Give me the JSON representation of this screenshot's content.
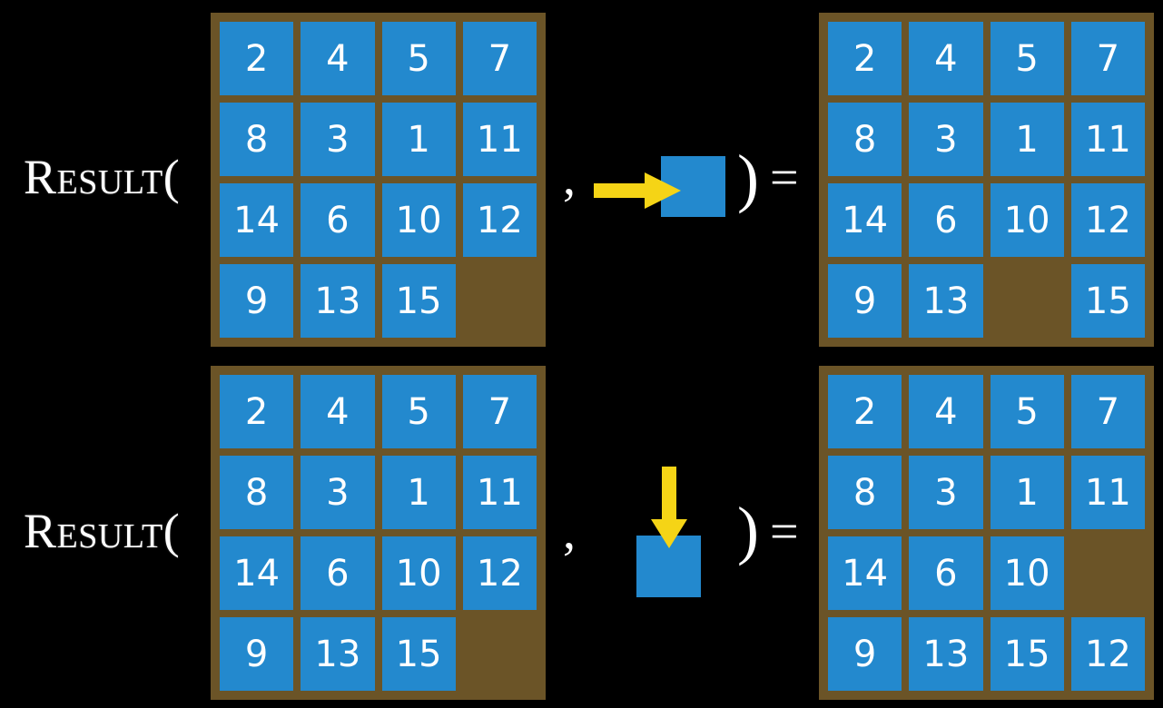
{
  "diagram": {
    "title": "Result function applied to sliding tile moves",
    "background_color": "#000000",
    "board_color": "#6b5427",
    "tile_color": "#2389ce",
    "arrow_color": "#f5d416",
    "text_color": "#ffffff"
  },
  "rows": [
    {
      "id": "row-top",
      "label": "Result(",
      "comma": ",",
      "close_paren": ")",
      "equals": "=",
      "move": {
        "direction": "right",
        "arrow_icon": "arrow-right-icon",
        "tile_label": ""
      },
      "input_board": {
        "name": "input-board-top",
        "rows": [
          [
            "2",
            "4",
            "5",
            "7"
          ],
          [
            "8",
            "3",
            "1",
            "11"
          ],
          [
            "14",
            "6",
            "10",
            "12"
          ],
          [
            "9",
            "13",
            "15",
            ""
          ]
        ]
      },
      "output_board": {
        "name": "output-board-top",
        "rows": [
          [
            "2",
            "4",
            "5",
            "7"
          ],
          [
            "8",
            "3",
            "1",
            "11"
          ],
          [
            "14",
            "6",
            "10",
            "12"
          ],
          [
            "9",
            "13",
            "",
            "15"
          ]
        ]
      }
    },
    {
      "id": "row-bottom",
      "label": "Result(",
      "comma": ",",
      "close_paren": ")",
      "equals": "=",
      "move": {
        "direction": "down",
        "arrow_icon": "arrow-down-icon",
        "tile_label": ""
      },
      "input_board": {
        "name": "input-board-bottom",
        "rows": [
          [
            "2",
            "4",
            "5",
            "7"
          ],
          [
            "8",
            "3",
            "1",
            "11"
          ],
          [
            "14",
            "6",
            "10",
            "12"
          ],
          [
            "9",
            "13",
            "15",
            ""
          ]
        ]
      },
      "output_board": {
        "name": "output-board-bottom",
        "rows": [
          [
            "2",
            "4",
            "5",
            "7"
          ],
          [
            "8",
            "3",
            "1",
            "11"
          ],
          [
            "14",
            "6",
            "10",
            ""
          ],
          [
            "9",
            "13",
            "15",
            "12"
          ]
        ]
      }
    }
  ]
}
